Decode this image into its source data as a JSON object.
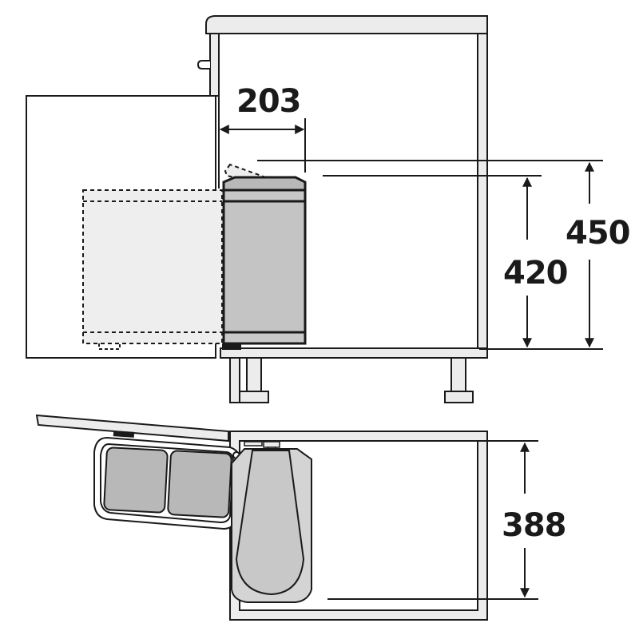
{
  "diagram": {
    "type": "technical-dimension-drawing",
    "subject": "swing-out cabinet waste bin",
    "views": [
      "side-elevation",
      "top-plan"
    ],
    "colors": {
      "line": "#1a1a1a",
      "panel": "#ececec",
      "bin": "#c4c4c4",
      "bin_dark": "#b0b0b0",
      "ghost": "#eeeeee",
      "background": "#ffffff"
    },
    "dimensions": {
      "depth_offset": {
        "label": "203",
        "orientation": "horizontal"
      },
      "inner_height": {
        "label": "420",
        "orientation": "vertical"
      },
      "outer_height": {
        "label": "450",
        "orientation": "vertical"
      },
      "inner_depth": {
        "label": "388",
        "orientation": "vertical"
      }
    }
  }
}
